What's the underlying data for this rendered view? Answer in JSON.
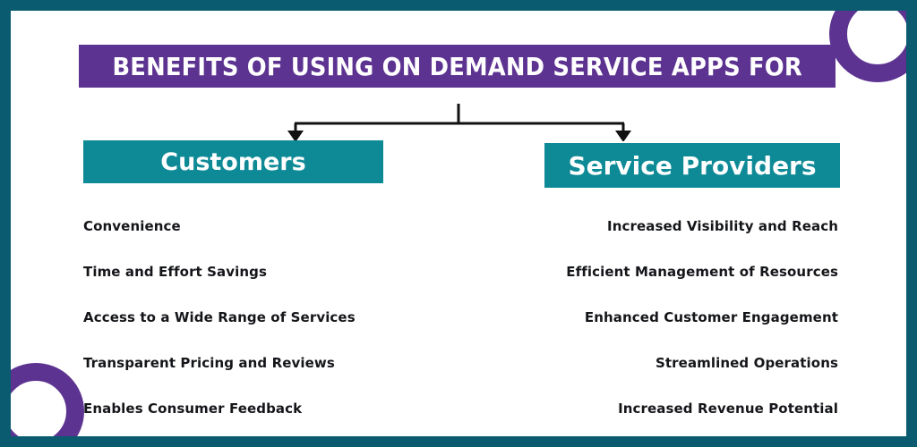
{
  "colors": {
    "border_teal": "#0a5b70",
    "header_teal": "#0d8a96",
    "purple": "#5d3391",
    "text_dark": "#15161a",
    "white": "#ffffff",
    "connector_black": "#111111"
  },
  "title": {
    "text": "BENEFITS OF USING ON DEMAND SERVICE APPS FOR"
  },
  "connector": {
    "stem_icon": "vertical-line-icon",
    "left_arrow_icon": "arrow-down-icon",
    "right_arrow_icon": "arrow-down-icon"
  },
  "decorations": {
    "top_right_ring": "circle-ring-shape",
    "bottom_left_ring": "circle-ring-shape"
  },
  "columns": [
    {
      "id": "customers",
      "header": "Customers",
      "align": "left",
      "items": [
        "Convenience",
        "Time and Effort Savings",
        "Access to a Wide Range of Services",
        "Transparent Pricing and Reviews",
        "Enables Consumer Feedback"
      ]
    },
    {
      "id": "service-providers",
      "header": "Service Providers",
      "align": "right",
      "items": [
        "Increased Visibility and Reach",
        "Efficient Management of Resources",
        "Enhanced Customer Engagement",
        "Streamlined Operations",
        "Increased Revenue Potential"
      ]
    }
  ]
}
